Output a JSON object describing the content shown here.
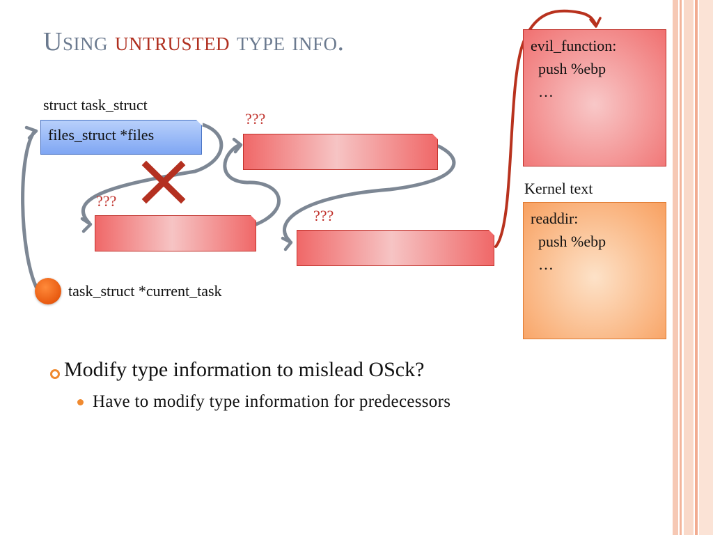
{
  "slide": {
    "title_part1": "Using",
    "title_part2": "untrusted",
    "title_part3": "type info."
  },
  "diagram": {
    "struct_label": "struct task_struct",
    "files_field": "files_struct *files",
    "unknown_1": "???",
    "unknown_2": "???",
    "unknown_3": "???",
    "current_task_label": "task_struct *current_task",
    "evil_box": "evil_function:\n  push %ebp\n  …",
    "kernel_text_label": "Kernel text",
    "readdir_box": "readdir:\n  push %ebp\n  …"
  },
  "bullets": {
    "main": "Modify type information to mislead OSck?",
    "sub": "Have to modify type information for predecessors"
  },
  "colors": {
    "accent_red": "#b03020",
    "title_gray": "#6b7a8f",
    "bullet_orange": "#f08a30",
    "arrow_gray": "#7d8794",
    "arrow_red": "#b8321e"
  }
}
